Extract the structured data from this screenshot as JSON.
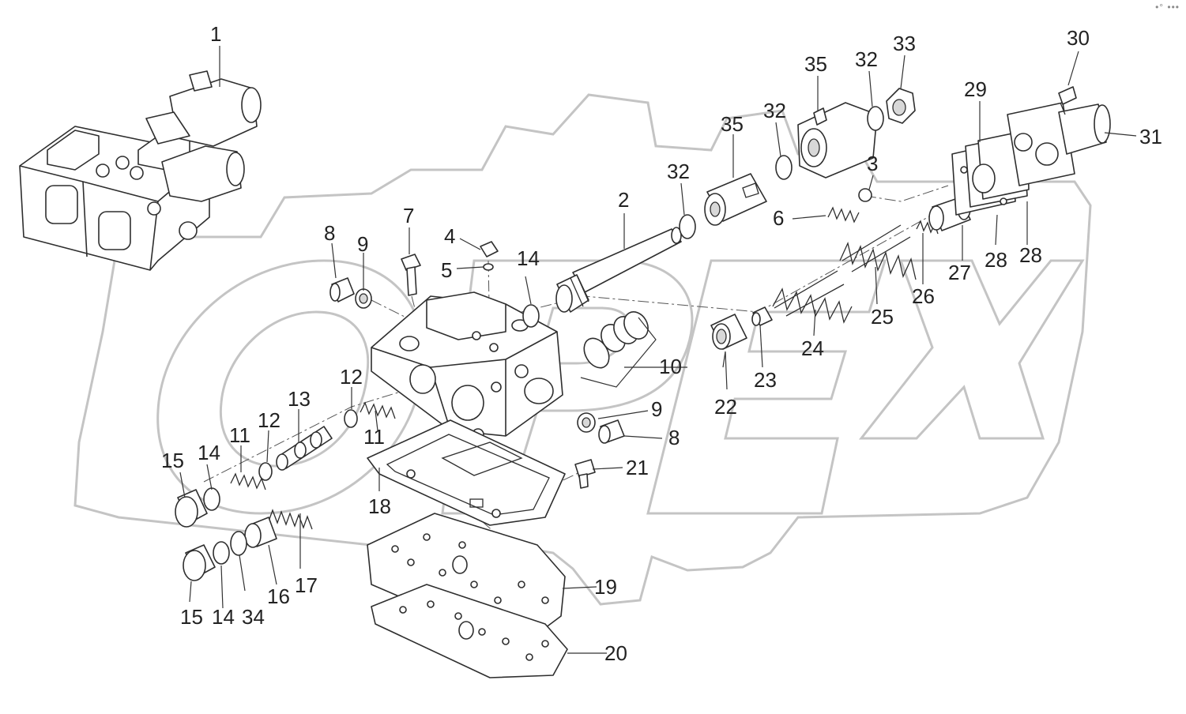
{
  "diagram": {
    "corner_mark": "•° •••",
    "callouts": [
      {
        "id": "c1",
        "label": "1"
      },
      {
        "id": "c2",
        "label": "2"
      },
      {
        "id": "c3",
        "label": "3"
      },
      {
        "id": "c4",
        "label": "4"
      },
      {
        "id": "c5",
        "label": "5"
      },
      {
        "id": "c6",
        "label": "6"
      },
      {
        "id": "c7",
        "label": "7"
      },
      {
        "id": "c8a",
        "label": "8"
      },
      {
        "id": "c8b",
        "label": "8"
      },
      {
        "id": "c9a",
        "label": "9"
      },
      {
        "id": "c9b",
        "label": "9"
      },
      {
        "id": "c10",
        "label": "10"
      },
      {
        "id": "c11a",
        "label": "11"
      },
      {
        "id": "c11b",
        "label": "11"
      },
      {
        "id": "c12a",
        "label": "12"
      },
      {
        "id": "c12b",
        "label": "12"
      },
      {
        "id": "c13",
        "label": "13"
      },
      {
        "id": "c14a",
        "label": "14"
      },
      {
        "id": "c14b",
        "label": "14"
      },
      {
        "id": "c14c",
        "label": "14"
      },
      {
        "id": "c15a",
        "label": "15"
      },
      {
        "id": "c15b",
        "label": "15"
      },
      {
        "id": "c16",
        "label": "16"
      },
      {
        "id": "c17",
        "label": "17"
      },
      {
        "id": "c18",
        "label": "18"
      },
      {
        "id": "c19",
        "label": "19"
      },
      {
        "id": "c20",
        "label": "20"
      },
      {
        "id": "c21",
        "label": "21"
      },
      {
        "id": "c22",
        "label": "22"
      },
      {
        "id": "c23",
        "label": "23"
      },
      {
        "id": "c24",
        "label": "24"
      },
      {
        "id": "c25",
        "label": "25"
      },
      {
        "id": "c26",
        "label": "26"
      },
      {
        "id": "c27",
        "label": "27"
      },
      {
        "id": "c28a",
        "label": "28"
      },
      {
        "id": "c28b",
        "label": "28"
      },
      {
        "id": "c29",
        "label": "29"
      },
      {
        "id": "c30",
        "label": "30"
      },
      {
        "id": "c31",
        "label": "31"
      },
      {
        "id": "c32a",
        "label": "32"
      },
      {
        "id": "c32b",
        "label": "32"
      },
      {
        "id": "c32c",
        "label": "32"
      },
      {
        "id": "c33",
        "label": "33"
      },
      {
        "id": "c34",
        "label": "34"
      },
      {
        "id": "c35a",
        "label": "35"
      },
      {
        "id": "c35b",
        "label": "35"
      }
    ]
  }
}
